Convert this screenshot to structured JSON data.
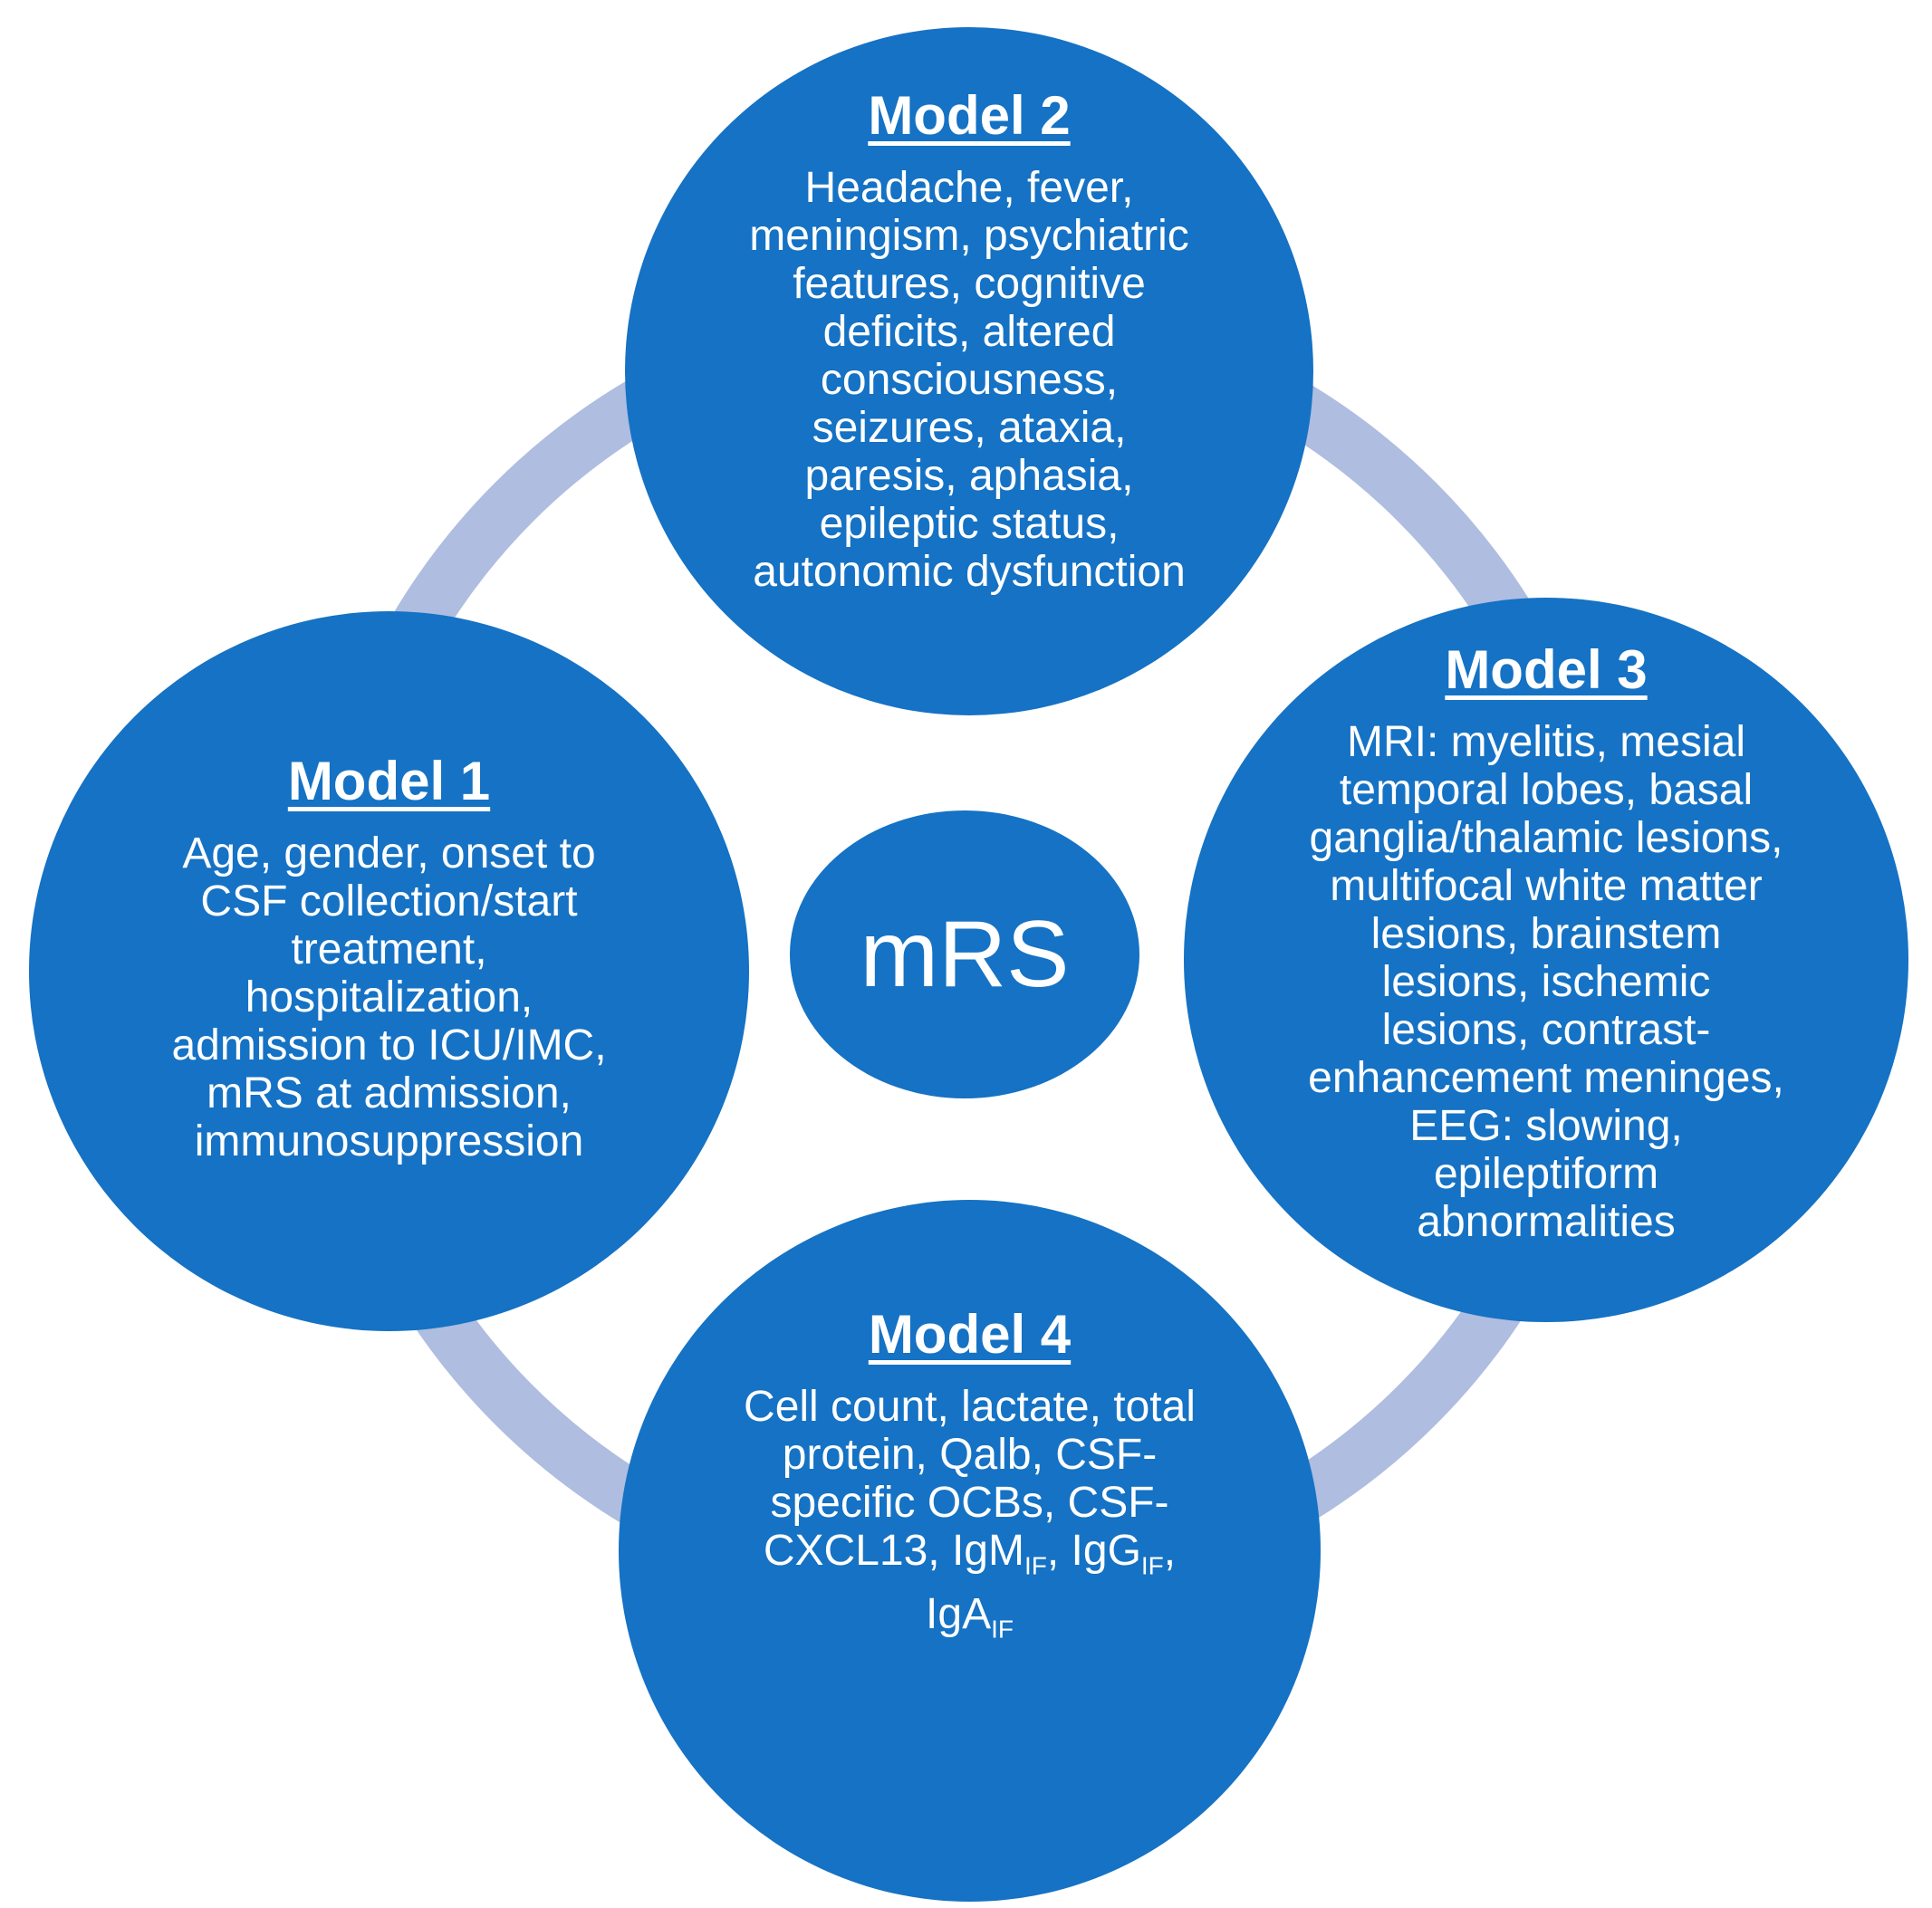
{
  "colors": {
    "circle": "#1572c4",
    "ring": "#aebde0",
    "text": "#ffffff"
  },
  "center": {
    "label": "mRS"
  },
  "models": [
    {
      "title": "Model 1",
      "lines": [
        "Age, gender, onset to",
        "CSF collection/start",
        "treatment,",
        "hospitalization,",
        "admission to ICU/IMC,",
        "mRS at admission,",
        "immunosuppression"
      ]
    },
    {
      "title": "Model 2",
      "lines": [
        "Headache, fever,",
        "meningism, psychiatric",
        "features, cognitive",
        "deficits, altered",
        "consciousness,",
        "seizures, ataxia,",
        "paresis, aphasia,",
        "epileptic status,",
        "autonomic dysfunction"
      ]
    },
    {
      "title": "Model 3",
      "lines": [
        "MRI: myelitis, mesial",
        "temporal lobes, basal",
        "ganglia/thalamic lesions,",
        "multifocal white matter",
        "lesions, brainstem",
        "lesions, ischemic",
        "lesions, contrast-",
        "enhancement meninges,",
        "EEG: slowing,",
        "epileptiform",
        "abnormalities"
      ]
    },
    {
      "title": "Model 4",
      "line1": "Cell count, lactate, total",
      "line2": "protein, Qalb, CSF-",
      "line3": "specific OCBs, CSF-",
      "line4_prefix": "CXCL13, ",
      "igm": "IgM",
      "igg": "IgG",
      "iga": "IgA",
      "sub": "IF"
    }
  ]
}
